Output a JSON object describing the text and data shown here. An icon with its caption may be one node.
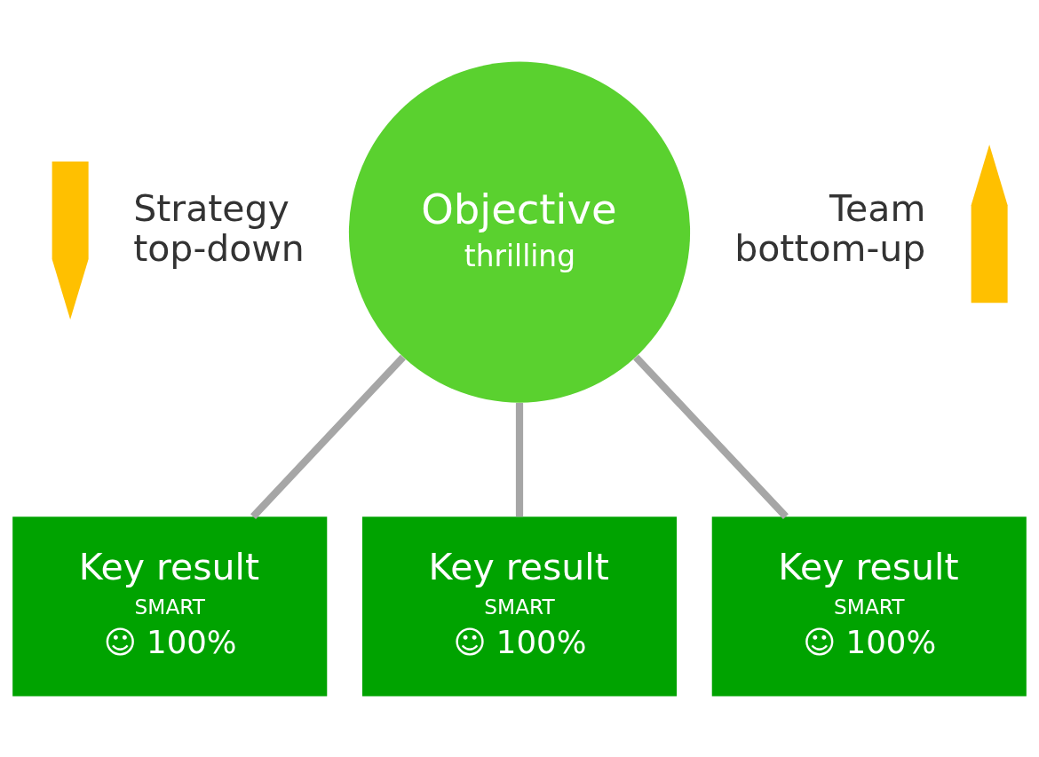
{
  "diagram": {
    "nodes": [
      {
        "text": [],
        "shape": "arrow"
      },
      {
        "text": [
          "Objective",
          "thrilling"
        ]
      },
      {
        "text": [],
        "shape": "arrow"
      },
      {
        "text": [
          "Key result",
          "SMART",
          "☺ 100%"
        ]
      },
      {
        "text": [
          "Key result",
          "SMART",
          "☺ 100%"
        ]
      },
      {
        "text": [
          "Key result",
          "SMART",
          "☺ 100%"
        ]
      }
    ],
    "edges": [
      {
        "from": 1,
        "to": 3,
        "arrow": "none"
      },
      {
        "from": 1,
        "to": 4,
        "arrow": "none"
      },
      {
        "from": 1,
        "to": 5,
        "arrow": "none"
      }
    ],
    "labels": [
      "Strategy top-down",
      "Team bottom-up"
    ]
  }
}
